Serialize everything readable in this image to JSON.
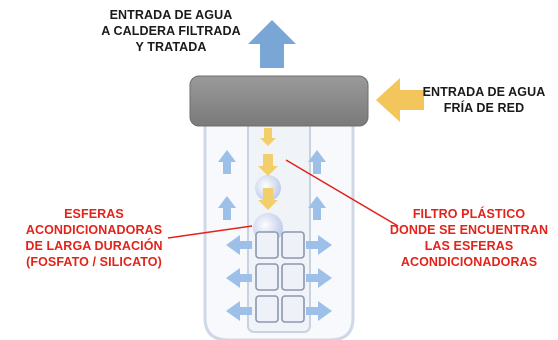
{
  "labels": {
    "outlet": [
      "ENTRADA DE AGUA",
      "A CALDERA FILTRADA",
      "Y TRATADA"
    ],
    "inlet": [
      "ENTRADA DE AGUA",
      "FRÍA DE RED"
    ],
    "spheres": [
      "ESFERAS",
      "ACONDICIONADORAS",
      "DE LARGA DURACIÓN",
      "(FOSFATO / SILICATO)"
    ],
    "filter": [
      "FILTRO PLÁSTICO",
      "DONDE SE ENCUENTRAN",
      "LAS ESFERAS",
      "ACONDICIONADORAS"
    ]
  },
  "colors": {
    "outlet_arrow": "#7aa6d6",
    "inlet_arrow": "#f2c65a",
    "flow_arrow_blue": "#9dc0e8",
    "flow_arrow_yellow": "#f3cf6a",
    "cap": "#8a8a8a",
    "label_dark": "#1a1a1a",
    "label_red": "#e2231a",
    "leader_line": "#e2231a"
  }
}
